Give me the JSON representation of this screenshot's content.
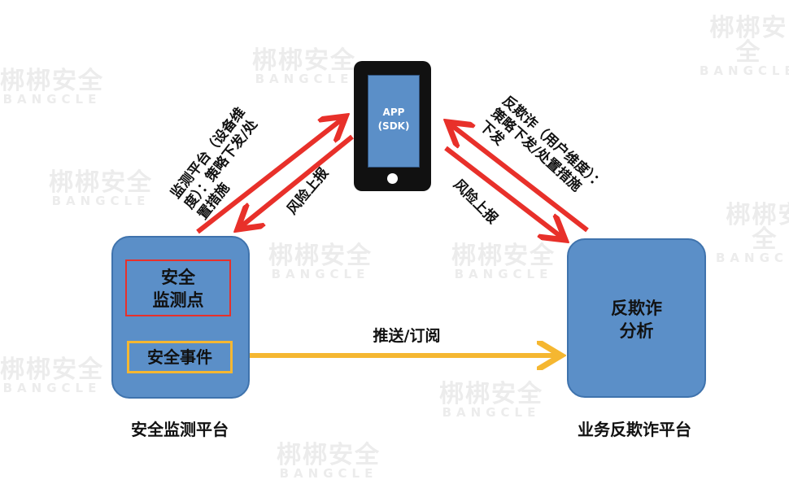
{
  "watermark": {
    "cn": "梆梆安全",
    "en": "BANGCLE"
  },
  "phone": {
    "line1": "APP",
    "line2": "(SDK)"
  },
  "left_platform": {
    "title": "安全监测平台",
    "monitor_point_l1": "安全",
    "monitor_point_l2": "监测点",
    "event": "安全事件"
  },
  "right_platform": {
    "title": "业务反欺诈平台",
    "analysis_l1": "反欺诈",
    "analysis_l2": "分析"
  },
  "arrows": {
    "push": "推送/订阅",
    "left_policy": [
      "监测平台（设备维",
      "度）：策略下发/处",
      "置措施"
    ],
    "left_report": "风险上报",
    "right_policy": [
      "反欺诈（用户维度）：",
      "策略下发/处置措施",
      "下发"
    ],
    "right_report": "风险上报"
  },
  "colors": {
    "blue": "#5b8fc8",
    "red": "#e8302a",
    "yellow": "#f5b731"
  }
}
